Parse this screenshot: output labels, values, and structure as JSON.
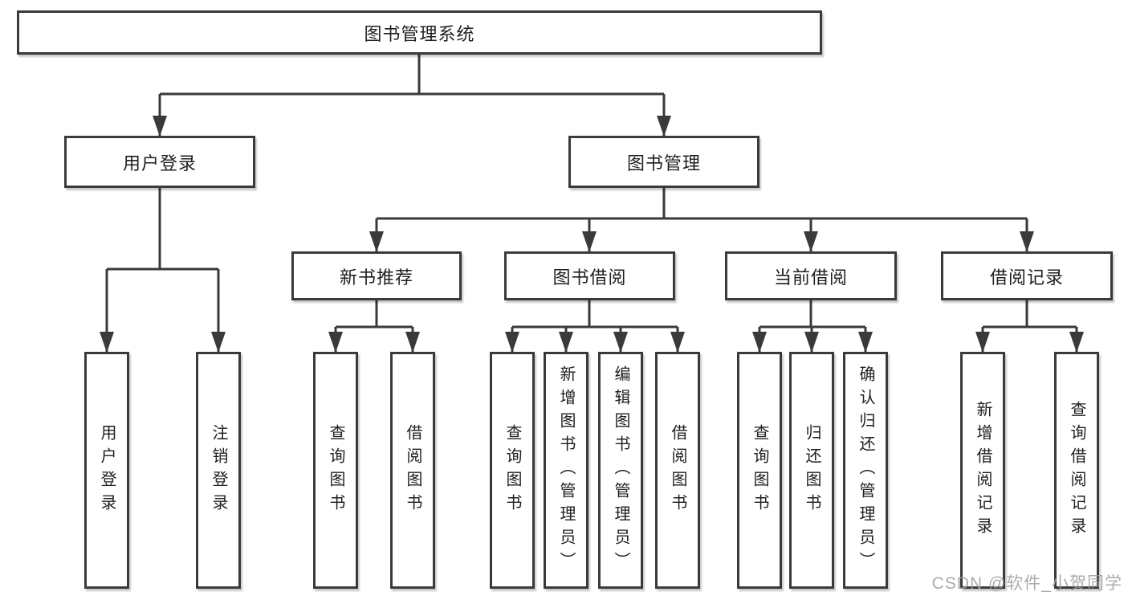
{
  "diagram": {
    "root": {
      "label": "图书管理系统"
    },
    "level2": [
      {
        "label": "用户登录"
      },
      {
        "label": "图书管理"
      }
    ],
    "level3": [
      {
        "label": "新书推荐"
      },
      {
        "label": "图书借阅"
      },
      {
        "label": "当前借阅"
      },
      {
        "label": "借阅记录"
      }
    ],
    "leaves": [
      {
        "label": "用户登录",
        "parent": "用户登录"
      },
      {
        "label": "注销登录",
        "parent": "用户登录"
      },
      {
        "label": "查询图书",
        "parent": "新书推荐"
      },
      {
        "label": "借阅图书",
        "parent": "新书推荐"
      },
      {
        "label": "查询图书",
        "parent": "图书借阅"
      },
      {
        "label": "新增图书（管理员）",
        "parent": "图书借阅"
      },
      {
        "label": "编辑图书（管理员）",
        "parent": "图书借阅"
      },
      {
        "label": "借阅图书",
        "parent": "图书借阅"
      },
      {
        "label": "查询图书",
        "parent": "当前借阅"
      },
      {
        "label": "归还图书",
        "parent": "当前借阅"
      },
      {
        "label": "确认归还（管理员）",
        "parent": "当前借阅"
      },
      {
        "label": "新增借阅记录",
        "parent": "借阅记录"
      },
      {
        "label": "查询借阅记录",
        "parent": "借阅记录"
      }
    ],
    "colors": {
      "line": "#3a3a3a",
      "text": "#1f1f1f",
      "background": "#ffffff",
      "watermark": "#a0a0a0"
    }
  },
  "watermark": {
    "text": "CSDN @软件_小贺同学"
  }
}
